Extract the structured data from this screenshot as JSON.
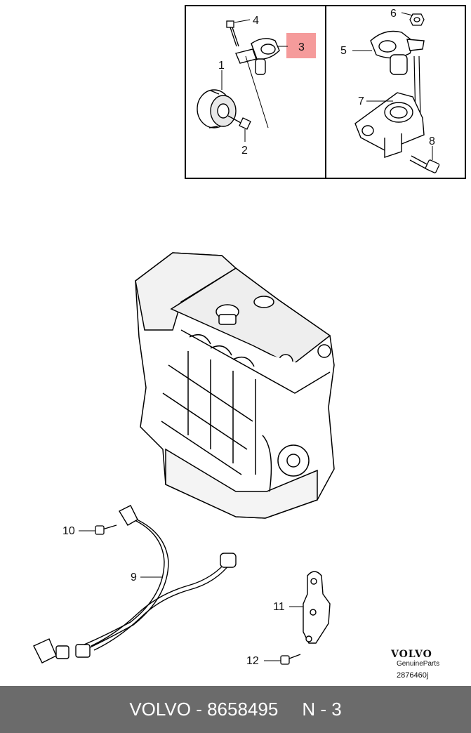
{
  "callouts": {
    "c1": "1",
    "c2": "2",
    "c3": "3",
    "c4": "4",
    "c5": "5",
    "c6": "6",
    "c7": "7",
    "c8": "8",
    "c9": "9",
    "c10": "10",
    "c11": "11",
    "c12": "12"
  },
  "highlight_color": "#f59b9b",
  "brand": {
    "logo": "VOLVO",
    "sub": "GenuineParts",
    "drawing_id": "2876460j"
  },
  "footer": {
    "part_label": "VOLVO - 8658495",
    "section": "N - 3"
  },
  "icons": [
    "camshaft-sensor-icon",
    "engine-block-icon",
    "knock-sensor-harness-icon",
    "bracket-icon",
    "bolt-icon"
  ]
}
